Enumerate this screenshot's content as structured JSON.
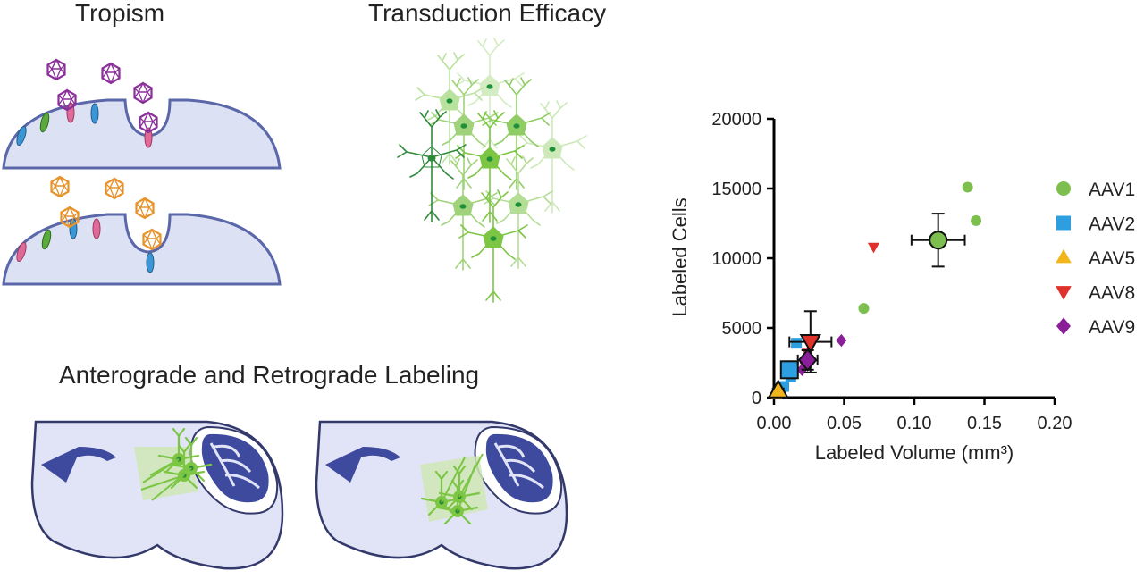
{
  "panels": {
    "tropism": {
      "title": "Tropism"
    },
    "transduction": {
      "title": "Transduction Efficacy"
    },
    "labeling": {
      "title": "Anterograde and Retrograde Labeling"
    }
  },
  "colors": {
    "membrane": "#5a67a8",
    "cell_fill": "#dde1f4",
    "virus_purple": "#8b2f9a",
    "virus_orange": "#e7922a",
    "receptor_green": "#5aaa3c",
    "receptor_blue": "#3b96d6",
    "receptor_pink": "#e06a97",
    "neuron_green": "#7cc644",
    "neuron_dark": "#2f8a3a",
    "brain_fill": "#e1e4f6",
    "brain_dark": "#3d4a9e",
    "AAV1": "#7cbf4f",
    "AAV2": "#2d9fe0",
    "AAV5": "#f2b61c",
    "AAV8": "#e0302a",
    "AAV9": "#8a1f99"
  },
  "chart_data": {
    "type": "scatter",
    "title": "",
    "xlabel": "Labeled Volume (mm³)",
    "ylabel": "Labeled Cells",
    "xlim": [
      0,
      0.2
    ],
    "ylim": [
      0,
      20000
    ],
    "xticks": [
      "0.00",
      "0.05",
      "0.10",
      "0.15",
      "0.20"
    ],
    "yticks": [
      "0",
      "5000",
      "10000",
      "15000",
      "20000"
    ],
    "grid": false,
    "legend": "right",
    "series": [
      {
        "name": "AAV1",
        "marker": "circle",
        "color": "#7cbf4f",
        "points": [
          [
            0.138,
            15100
          ],
          [
            0.144,
            12700
          ],
          [
            0.064,
            6400
          ],
          [
            0.118,
            11000
          ]
        ],
        "mean": {
          "x": 0.117,
          "y": 11300,
          "xerr": 0.019,
          "yerr": 1900
        }
      },
      {
        "name": "AAV2",
        "marker": "square",
        "color": "#2d9fe0",
        "points": [
          [
            0.016,
            3900
          ],
          [
            0.012,
            1500
          ],
          [
            0.007,
            800
          ]
        ],
        "mean": {
          "x": 0.011,
          "y": 2000,
          "xerr": 0.004,
          "yerr": 600
        }
      },
      {
        "name": "AAV5",
        "marker": "triangle-up",
        "color": "#f2b61c",
        "points": [
          [
            0.002,
            200
          ],
          [
            0.004,
            400
          ],
          [
            0.003,
            300
          ]
        ],
        "mean": {
          "x": 0.003,
          "y": 500,
          "xerr": 0.001,
          "yerr": 150
        }
      },
      {
        "name": "AAV8",
        "marker": "triangle-down",
        "color": "#e0302a",
        "points": [
          [
            0.071,
            10800
          ],
          [
            0.024,
            3200
          ],
          [
            0.023,
            2400
          ]
        ],
        "mean": {
          "x": 0.026,
          "y": 4000,
          "xerr": 0.015,
          "yerr": 2200
        }
      },
      {
        "name": "AAV9",
        "marker": "diamond",
        "color": "#8a1f99",
        "points": [
          [
            0.048,
            4100
          ],
          [
            0.022,
            2500
          ],
          [
            0.02,
            2000
          ]
        ],
        "mean": {
          "x": 0.024,
          "y": 2700,
          "xerr": 0.007,
          "yerr": 700
        }
      }
    ]
  }
}
